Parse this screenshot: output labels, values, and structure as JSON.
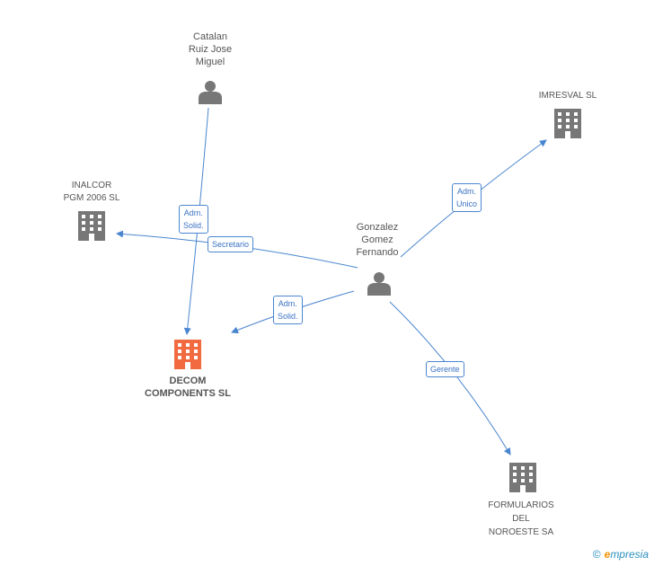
{
  "colors": {
    "edge": "#4a86d0",
    "person_icon": "#777777",
    "company_icon": "#777777",
    "focus_company_icon": "#f26a3f"
  },
  "nodes": {
    "catalan": {
      "type": "person",
      "lines": [
        "Catalan",
        "Ruiz Jose",
        "Miguel"
      ]
    },
    "gonzalez": {
      "type": "person",
      "lines": [
        "Gonzalez",
        "Gomez",
        "Fernando"
      ]
    },
    "imresval": {
      "type": "company",
      "lines": [
        "IMRESVAL SL"
      ]
    },
    "inalcor": {
      "type": "company",
      "lines": [
        "INALCOR",
        "PGM 2006 SL"
      ]
    },
    "decom": {
      "type": "company-focus",
      "lines": [
        "DECOM",
        "COMPONENTS SL"
      ]
    },
    "formularios": {
      "type": "company",
      "lines": [
        "FORMULARIOS",
        "DEL",
        "NOROESTE SA"
      ]
    }
  },
  "edges": {
    "catalan_decom": {
      "from": "catalan",
      "to": "decom",
      "lines": [
        "Adm.",
        "Solid."
      ]
    },
    "gonzalez_inalcor": {
      "from": "gonzalez",
      "to": "inalcor",
      "lines": [
        "Secretario"
      ]
    },
    "gonzalez_decom": {
      "from": "gonzalez",
      "to": "decom",
      "lines": [
        "Adm.",
        "Solid."
      ]
    },
    "gonzalez_imresval": {
      "from": "gonzalez",
      "to": "imresval",
      "lines": [
        "Adm.",
        "Unico"
      ]
    },
    "gonzalez_formularios": {
      "from": "gonzalez",
      "to": "formularios",
      "lines": [
        "Gerente"
      ]
    }
  },
  "footer": {
    "copyright": "©",
    "brand_initial": "e",
    "brand_rest": "mpresia"
  }
}
